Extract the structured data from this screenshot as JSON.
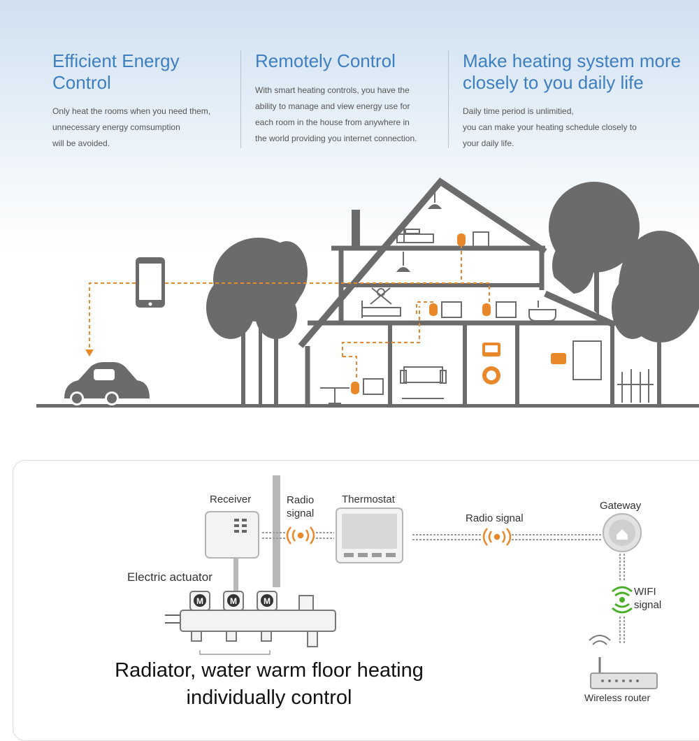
{
  "features": [
    {
      "title": "Efficient Energy Control",
      "title_lines": [
        "Efficient Energy",
        "Control"
      ],
      "body": "Only heat the rooms when you need them,\nunnecessary energy comsumption\nwill be avoided."
    },
    {
      "title": "Remotely Control",
      "title_lines": [
        "Remotely Control"
      ],
      "body": "With smart heating controls, you have the\nability to manage and view energy use for\neach room in the house from anywhere in\nthe world providing you internet connection."
    },
    {
      "title": "Make heating system more closely to you daily life",
      "title_lines": [
        "Make heating system more",
        "closely to you daily life"
      ],
      "body": "Daily time period is unlimitied,\nyou can make your heating schedule closely to\nyour daily life."
    }
  ],
  "diagram": {
    "receiver": "Receiver",
    "radio_signal_1": [
      "Radio",
      "signal"
    ],
    "thermostat": "Thermostat",
    "radio_signal_2": "Radio signal",
    "gateway": "Gateway",
    "electric_actuator": "Electric actuator",
    "wifi_signal": [
      "WIFI",
      "signal"
    ],
    "actuator_glyph": "M",
    "caption_lines": [
      "Radiator, water warm floor heating",
      "individually control"
    ],
    "router_label": "Wireless router"
  },
  "colors": {
    "accent": "#3d7fc1",
    "orange": "#e8882a",
    "grey": "#6b6b6b",
    "wifi": "#4caf2a"
  }
}
